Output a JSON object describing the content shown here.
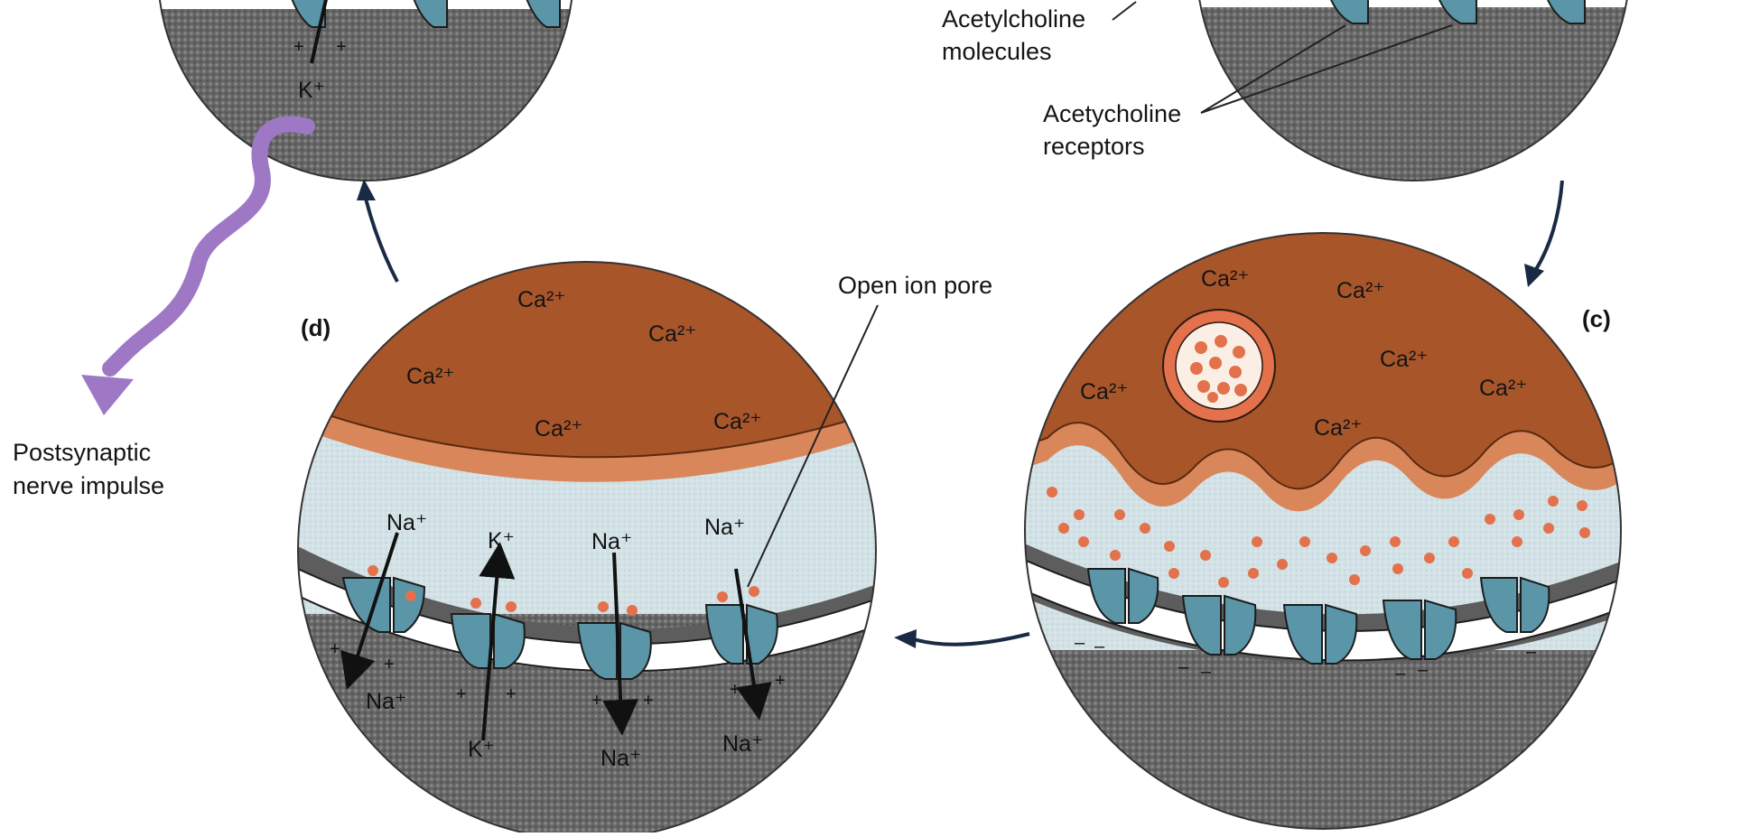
{
  "labels": {
    "acetylcholine_molecules": [
      "Acetylcholine",
      "molecules"
    ],
    "acetylcholine_receptors": [
      "Acetycholine",
      "receptors"
    ],
    "open_ion_pore": "Open ion pore",
    "postsynaptic_impulse": [
      "Postsynaptic",
      "nerve impulse"
    ]
  },
  "panels": {
    "d": {
      "tag": "(d)"
    },
    "c": {
      "tag": "(c)"
    }
  },
  "ions": {
    "calcium": "Ca²⁺",
    "sodium": "Na⁺",
    "potassium": "K⁺"
  },
  "charges": {
    "plus": "+",
    "minus": "–"
  },
  "colors": {
    "presynaptic_terminal": "#a8552a",
    "membrane_band": "#d9875a",
    "synaptic_cleft": "#d3e2e6",
    "postsynaptic_cytoplasm": "#6a6a6a",
    "receptor": "#5b95a8",
    "acetylcholine_dot": "#e2714c",
    "impulse_arrow": "#9e78c4"
  }
}
